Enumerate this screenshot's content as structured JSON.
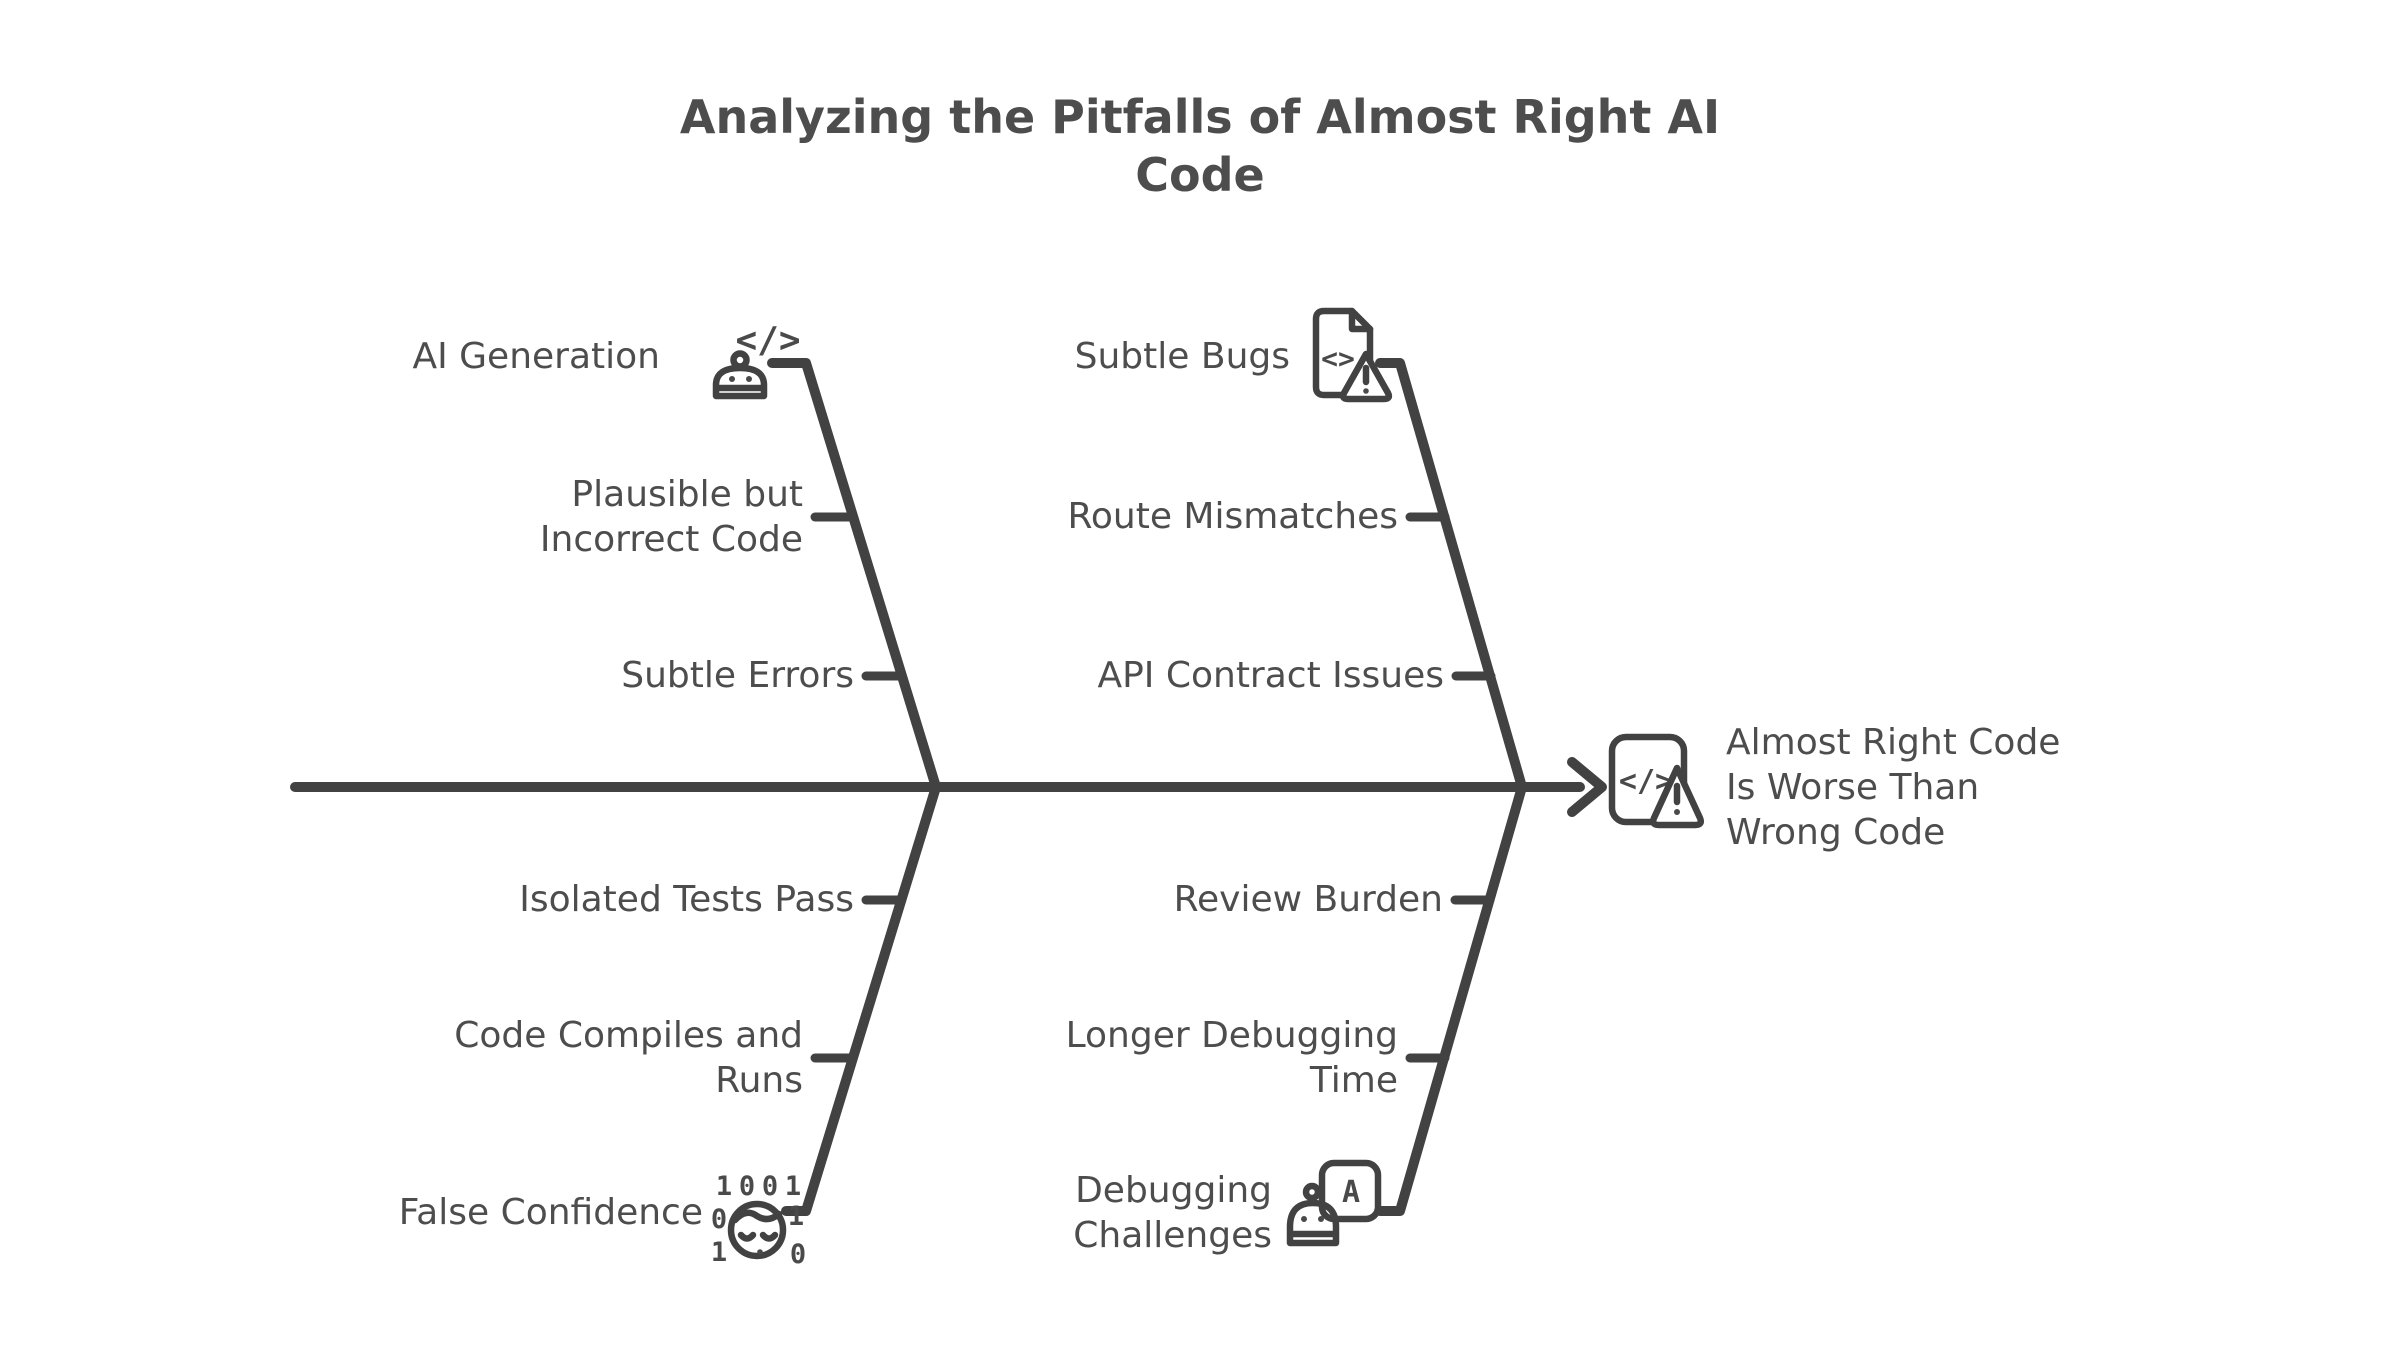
{
  "title": {
    "text": "Analyzing the Pitfalls of Almost Right AI Code",
    "lines": [
      "Analyzing the Pitfalls of Almost Right AI",
      "Code"
    ]
  },
  "effect": {
    "label": "Almost Right Code Is Worse Than Wrong Code",
    "lines": [
      "Almost Right Code",
      "Is Worse Than",
      "Wrong Code"
    ],
    "icon": "code-warning-icon"
  },
  "branches": [
    {
      "label": "AI Generation",
      "icon": "robot-code-icon",
      "position": "top-left",
      "causes": [
        {
          "label": "Plausible but Incorrect Code",
          "lines": [
            "Plausible but",
            "Incorrect Code"
          ]
        },
        {
          "label": "Subtle Errors",
          "lines": [
            "Subtle Errors"
          ]
        }
      ]
    },
    {
      "label": "Subtle Bugs",
      "icon": "code-file-warning-icon",
      "position": "top-right",
      "causes": [
        {
          "label": "Route Mismatches",
          "lines": [
            "Route Mismatches"
          ]
        },
        {
          "label": "API Contract Issues",
          "lines": [
            "API Contract Issues"
          ]
        }
      ]
    },
    {
      "label": "False Confidence",
      "icon": "binary-face-icon",
      "position": "bottom-left",
      "causes": [
        {
          "label": "Isolated Tests Pass",
          "lines": [
            "Isolated Tests Pass"
          ]
        },
        {
          "label": "Code Compiles and Runs",
          "lines": [
            "Code Compiles and",
            "Runs"
          ]
        }
      ]
    },
    {
      "label": "Debugging Challenges",
      "lines": [
        "Debugging",
        "Challenges"
      ],
      "icon": "robot-chat-icon",
      "position": "bottom-right",
      "causes": [
        {
          "label": "Review Burden",
          "lines": [
            "Review Burden"
          ]
        },
        {
          "label": "Longer Debugging Time",
          "lines": [
            "Longer Debugging",
            "Time"
          ]
        }
      ]
    }
  ],
  "icon_glyphs": {
    "code": "</>",
    "code_small": "<>",
    "letter_a": "A",
    "binary": [
      "1",
      "0",
      "0",
      "1",
      "0",
      "1",
      "1",
      "0"
    ]
  },
  "colors": {
    "line": "#424242",
    "text": "#4d4d4d",
    "background": "#ffffff"
  }
}
